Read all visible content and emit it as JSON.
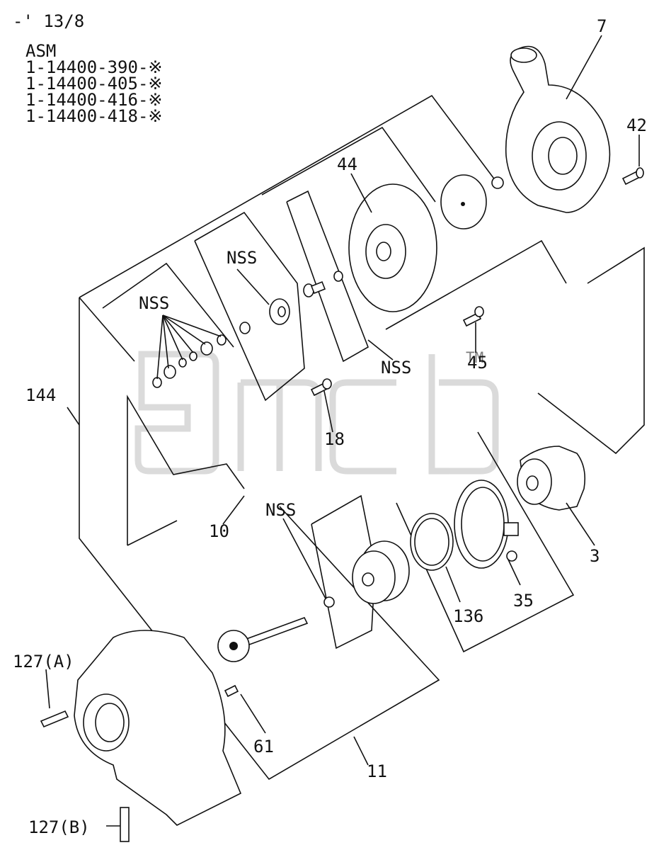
{
  "header": {
    "ref": "-' 13/8",
    "asm_title": "ASM",
    "asm_numbers": [
      "1-14400-390-※",
      "1-14400-405-※",
      "1-14400-416-※",
      "1-14400-418-※"
    ]
  },
  "callouts": {
    "c7": "7",
    "c42": "42",
    "c44": "44",
    "c45": "45",
    "c18": "18",
    "c3": "3",
    "c35": "35",
    "c136": "136",
    "c10": "10",
    "c11": "11",
    "c61": "61",
    "c144": "144",
    "c127a": "127(A)",
    "c127b": "127(B)",
    "nss1": "NSS",
    "nss2": "NSS",
    "nss3": "NSS",
    "nss4": "NSS"
  },
  "watermark": {
    "tm": "TM"
  }
}
